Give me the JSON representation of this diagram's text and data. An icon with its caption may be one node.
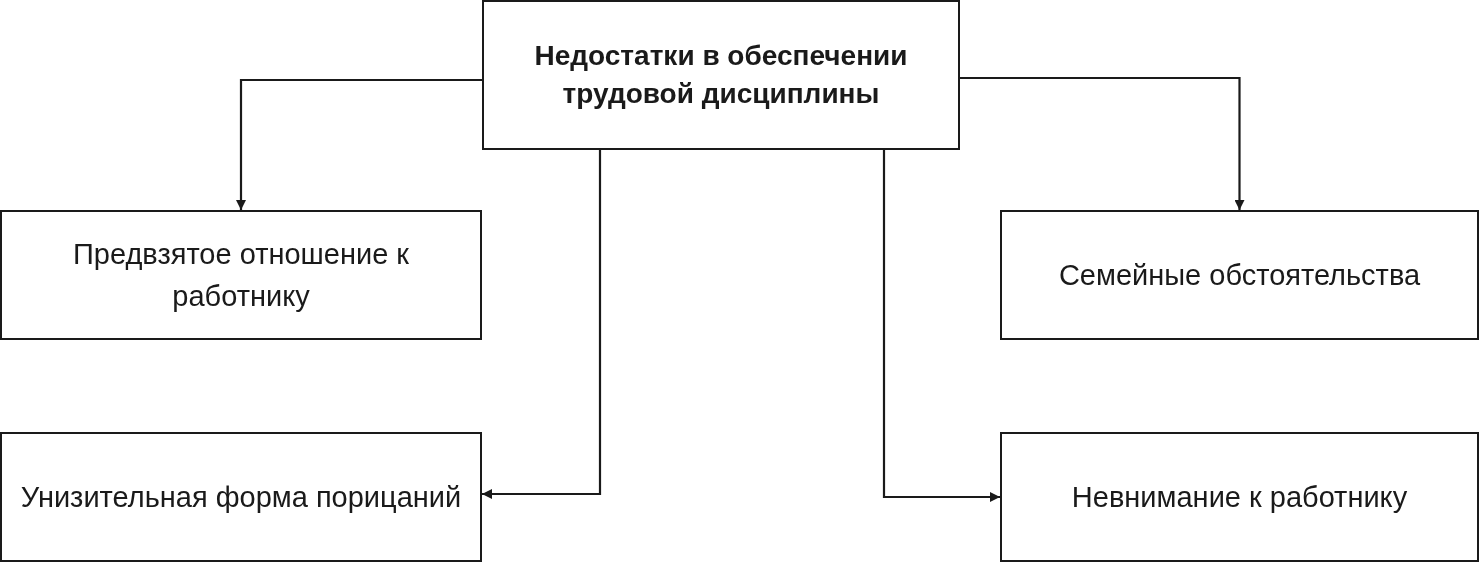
{
  "diagram": {
    "nodes": [
      {
        "text": [
          "Недостатки в обеспечении трудовой дисциплины"
        ]
      },
      {
        "text": [
          "Предвзятое отношение к работнику"
        ]
      },
      {
        "text": [
          "Семейные обстоятельства"
        ]
      },
      {
        "text": [
          "Унизительная форма порицаний"
        ]
      },
      {
        "text": [
          "Невнимание к работнику"
        ]
      }
    ],
    "edges": [
      {
        "from": 0,
        "to": 1,
        "arrow": "to"
      },
      {
        "from": 0,
        "to": 2,
        "arrow": "to"
      },
      {
        "from": 0,
        "to": 3,
        "arrow": "to"
      },
      {
        "from": 0,
        "to": 4,
        "arrow": "to"
      }
    ]
  }
}
